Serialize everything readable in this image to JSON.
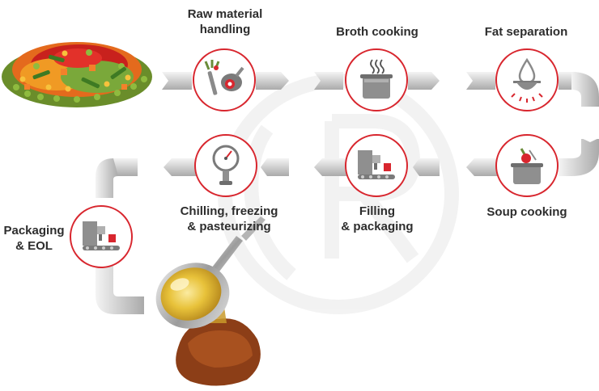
{
  "steps": [
    {
      "id": "raw",
      "line1": "Raw material",
      "line2": "handling",
      "icon": "meat-vegetable-icon"
    },
    {
      "id": "broth",
      "line1": "Broth cooking",
      "line2": "",
      "icon": "cooking-pot-icon"
    },
    {
      "id": "fat",
      "line1": "Fat separation",
      "line2": "",
      "icon": "separator-droplet-icon"
    },
    {
      "id": "soup",
      "line1": "Soup cooking",
      "line2": "",
      "icon": "pot-ingredients-icon"
    },
    {
      "id": "filling",
      "line1": "Filling",
      "line2": "& packaging",
      "icon": "filling-machine-icon"
    },
    {
      "id": "chilling",
      "line1": "Chilling, freezing",
      "line2": "& pasteurizing",
      "icon": "pressure-gauge-icon"
    },
    {
      "id": "eol",
      "line1": "Packaging",
      "line2": "& EOL",
      "icon": "packaging-line-icon"
    }
  ],
  "colors": {
    "accent": "#d8262e",
    "arrow": "#c4c4c4",
    "text": "#2d2d2d"
  }
}
